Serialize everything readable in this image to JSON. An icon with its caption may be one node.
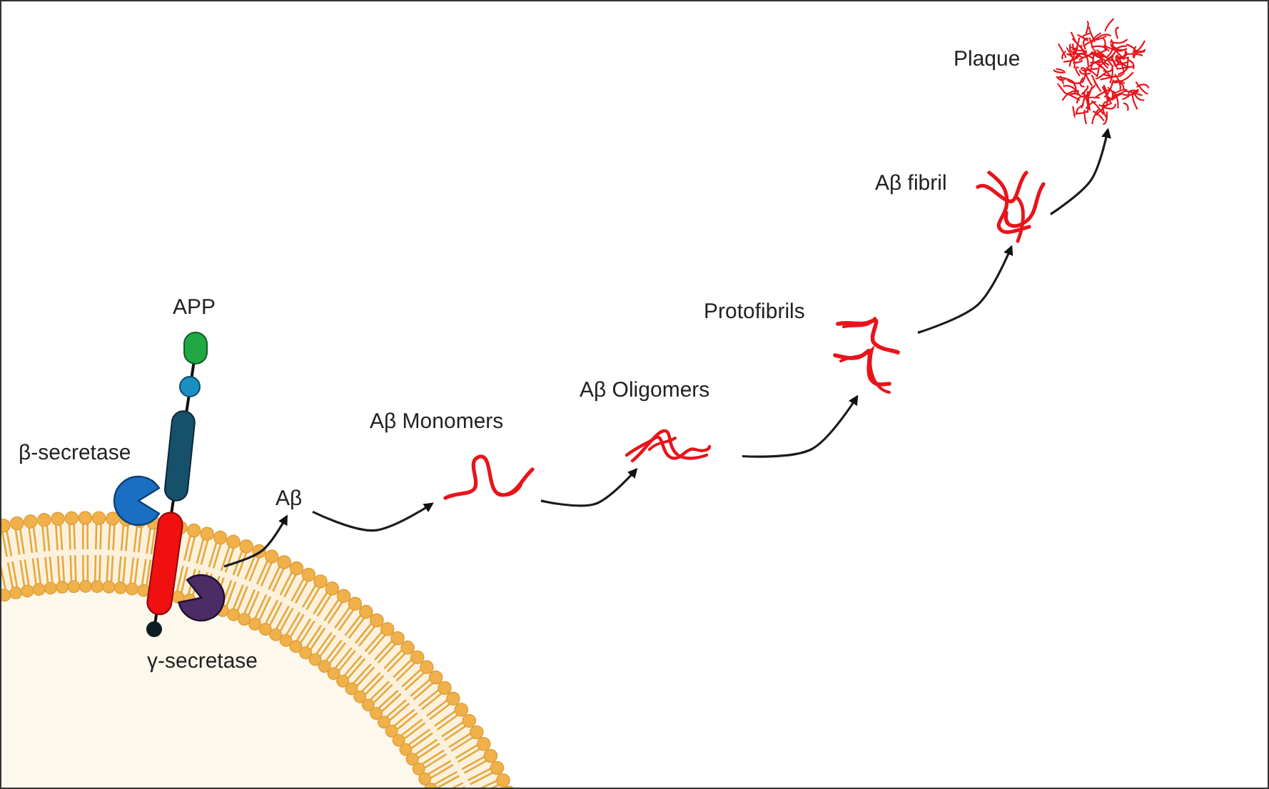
{
  "diagram": {
    "nodes": [
      {
        "text": [
          "APP"
        ]
      },
      {
        "text": [
          "β-secretase"
        ]
      },
      {
        "text": [
          "γ-secretase"
        ]
      },
      {
        "text": [
          "Aβ"
        ]
      },
      {
        "text": [
          "Aβ Monomers"
        ]
      },
      {
        "text": [
          "Aβ Oligomers"
        ]
      },
      {
        "text": [
          "Protofibrils"
        ]
      },
      {
        "text": [
          "Aβ fibril"
        ]
      },
      {
        "text": [
          "Plaque"
        ]
      }
    ],
    "edges": [
      {
        "from": 0,
        "to": 3,
        "arrow": "to"
      },
      {
        "from": 3,
        "to": 4,
        "arrow": "to"
      },
      {
        "from": 4,
        "to": 5,
        "arrow": "to"
      },
      {
        "from": 5,
        "to": 6,
        "arrow": "to"
      },
      {
        "from": 6,
        "to": 7,
        "arrow": "to"
      },
      {
        "from": 7,
        "to": 8,
        "arrow": "to"
      }
    ]
  }
}
